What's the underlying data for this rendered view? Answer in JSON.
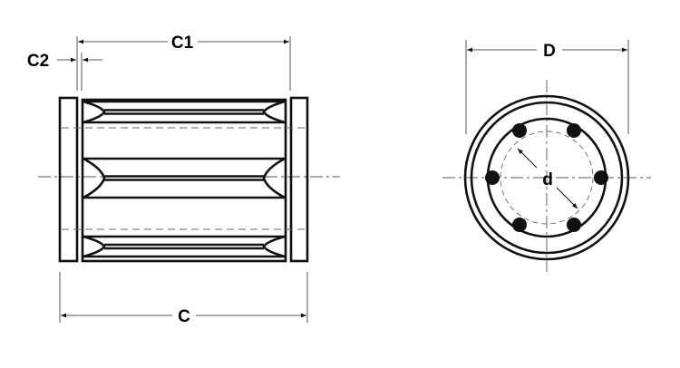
{
  "side_view": {
    "labels": {
      "overall_length": "C",
      "body_length": "C1",
      "retainer_width": "C2"
    }
  },
  "end_view": {
    "labels": {
      "outer_diameter": "D",
      "inner_diameter": "d"
    },
    "ball_count": 6
  },
  "colors": {
    "line": "#111111",
    "dimension": "#555555",
    "background": "#ffffff"
  }
}
